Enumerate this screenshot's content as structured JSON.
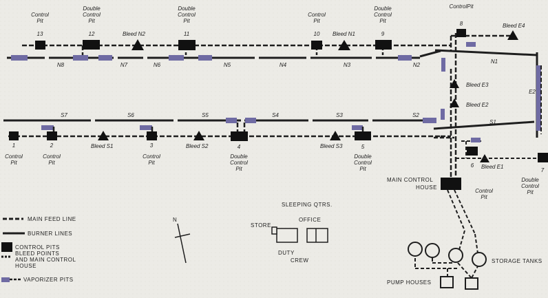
{
  "colors": {
    "background": "#ecebe6",
    "ink": "#1e1e1e",
    "vaporizer": "#6f6ba3",
    "feed_dash": "#8a87b8"
  },
  "pits": {
    "p13": {
      "name": "Control Pit",
      "num": "13"
    },
    "p12": {
      "name": "Double Control Pit",
      "num": "12"
    },
    "p11": {
      "name": "Double Control Pit",
      "num": "11"
    },
    "p10": {
      "name": "Control Pit",
      "num": "10"
    },
    "p9": {
      "name": "Double Control Pit",
      "num": "9"
    },
    "p8": {
      "name": "Control Pit",
      "num": "8"
    },
    "p1": {
      "name": "Control Pit",
      "num": "1"
    },
    "p2": {
      "name": "Control Pit",
      "num": "2"
    },
    "p3": {
      "name": "Control Pit",
      "num": "3"
    },
    "p4": {
      "name": "Double Control Pit",
      "num": "4"
    },
    "p5": {
      "name": "Double Control Pit",
      "num": "5"
    },
    "p6": {
      "name": "Control Pit",
      "num": "6"
    },
    "p7": {
      "name": "Double Control Pit",
      "num": "7"
    }
  },
  "bleeds": {
    "n2": "Bleed N2",
    "n1": "Bleed N1",
    "e4": "Bleed E4",
    "e3": "Bleed E3",
    "e2": "Bleed E2",
    "e1": "Bleed E1",
    "s1": "Bleed S1",
    "s2": "Bleed S2",
    "s3": "Bleed S3"
  },
  "lines": {
    "n8": "N8",
    "n7": "N7",
    "n6": "N6",
    "n5": "N5",
    "n4": "N4",
    "n3": "N3",
    "n2": "N2",
    "n1": "N1",
    "s7": "S7",
    "s6": "S6",
    "s5": "S5",
    "s4": "S4",
    "s3": "S3",
    "s2": "S2",
    "s1": "S1",
    "e2": "E2"
  },
  "main_house": "MAIN CONTROL HOUSE",
  "facilities": {
    "sleeping": "SLEEPING QTRS.",
    "store": "STORE",
    "office": "OFFICE",
    "duty_crew": "DUTY CREW",
    "storage_tanks": "STORAGE TANKS",
    "pump_houses": "PUMP HOUSES"
  },
  "north": "N",
  "legend": {
    "main_feed": "MAIN FEED LINE",
    "burner": "BURNER LINES",
    "control": "CONTROL PITS BLEED POINTS AND MAIN CONTROL HOUSE",
    "vaporizer": "VAPORIZER PITS"
  }
}
